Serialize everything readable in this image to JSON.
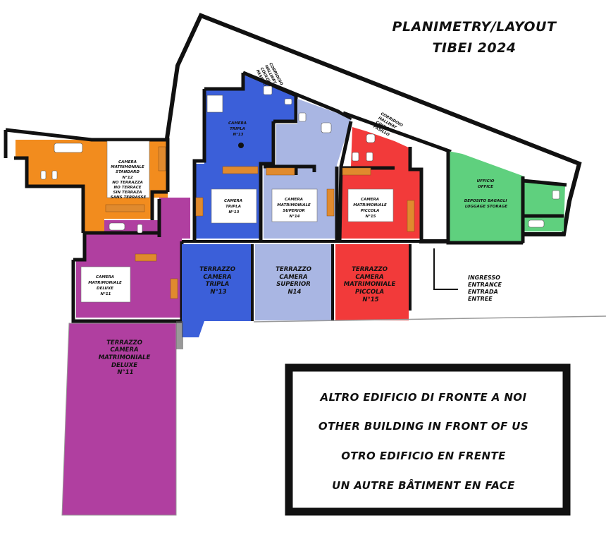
{
  "title": {
    "line1": "PLANIMETRY/LAYOUT",
    "line2": "TIBEI 2024"
  },
  "colors": {
    "orange_room": "#f28c1e",
    "purple_room": "#b03fa0",
    "blue_room": "#3b5fd9",
    "lavender_room": "#a9b6e3",
    "red_room": "#f23a3a",
    "green_room": "#5fd07e",
    "wall": "#111111"
  },
  "corridor_upper": [
    "CORRIDOIO",
    "HALLWAY",
    "COULOIR",
    "PASILLO"
  ],
  "corridor_lower": [
    "CORRIDOIO",
    "HALLWAY",
    "COULOIR",
    "PASILLO"
  ],
  "room_12": [
    "CAMERA",
    "MATRIMONIALE",
    "STANDARD",
    "N°12",
    "NO TERRAZZA",
    "NO TERRACE",
    "SIN TERRAZA",
    "SANS TERRASSE"
  ],
  "room_13": [
    "CAMERA",
    "TRIPLA",
    "N°13"
  ],
  "room_13_upper": [
    "CAMERA",
    "TRIPLA",
    "N°13"
  ],
  "room_14": [
    "CAMERA",
    "MATRIMONIALE",
    "SUPERIOR",
    "N°14"
  ],
  "room_15": [
    "CAMERA",
    "MATRIMONIALE",
    "PICCOLA",
    "N°15"
  ],
  "room_11": [
    "CAMERA",
    "MATRIMONIALE",
    "DELUXE",
    "N°11"
  ],
  "office": {
    "title": [
      "UFFICIO",
      "OFFICE"
    ],
    "storage": [
      "DEPOSITO BAGAGLI",
      "LUGGAGE STORAGE"
    ]
  },
  "terrace_13": [
    "TERRAZZO",
    "CAMERA",
    "TRIPLA",
    "N°13"
  ],
  "terrace_14": [
    "TERRAZZO",
    "CAMERA",
    "SUPERIOR",
    "N14"
  ],
  "terrace_15": [
    "TERRAZZO",
    "CAMERA",
    "MATRIMONIALE",
    "PICCOLA",
    "N°15"
  ],
  "terrace_11": [
    "TERRAZZO",
    "CAMERA",
    "MATRIMONIALE",
    "DELUXE",
    "N°11"
  ],
  "entrance": [
    "INGRESSO",
    "ENTRANCE",
    "ENTRADA",
    "ENTREE"
  ],
  "notice": [
    "ALTRO EDIFICIO DI FRONTE A NOI",
    "OTHER BUILDING IN FRONT OF US",
    "OTRO EDIFICIO EN FRENTE",
    "UN AUTRE BÂTIMENT EN FACE"
  ]
}
